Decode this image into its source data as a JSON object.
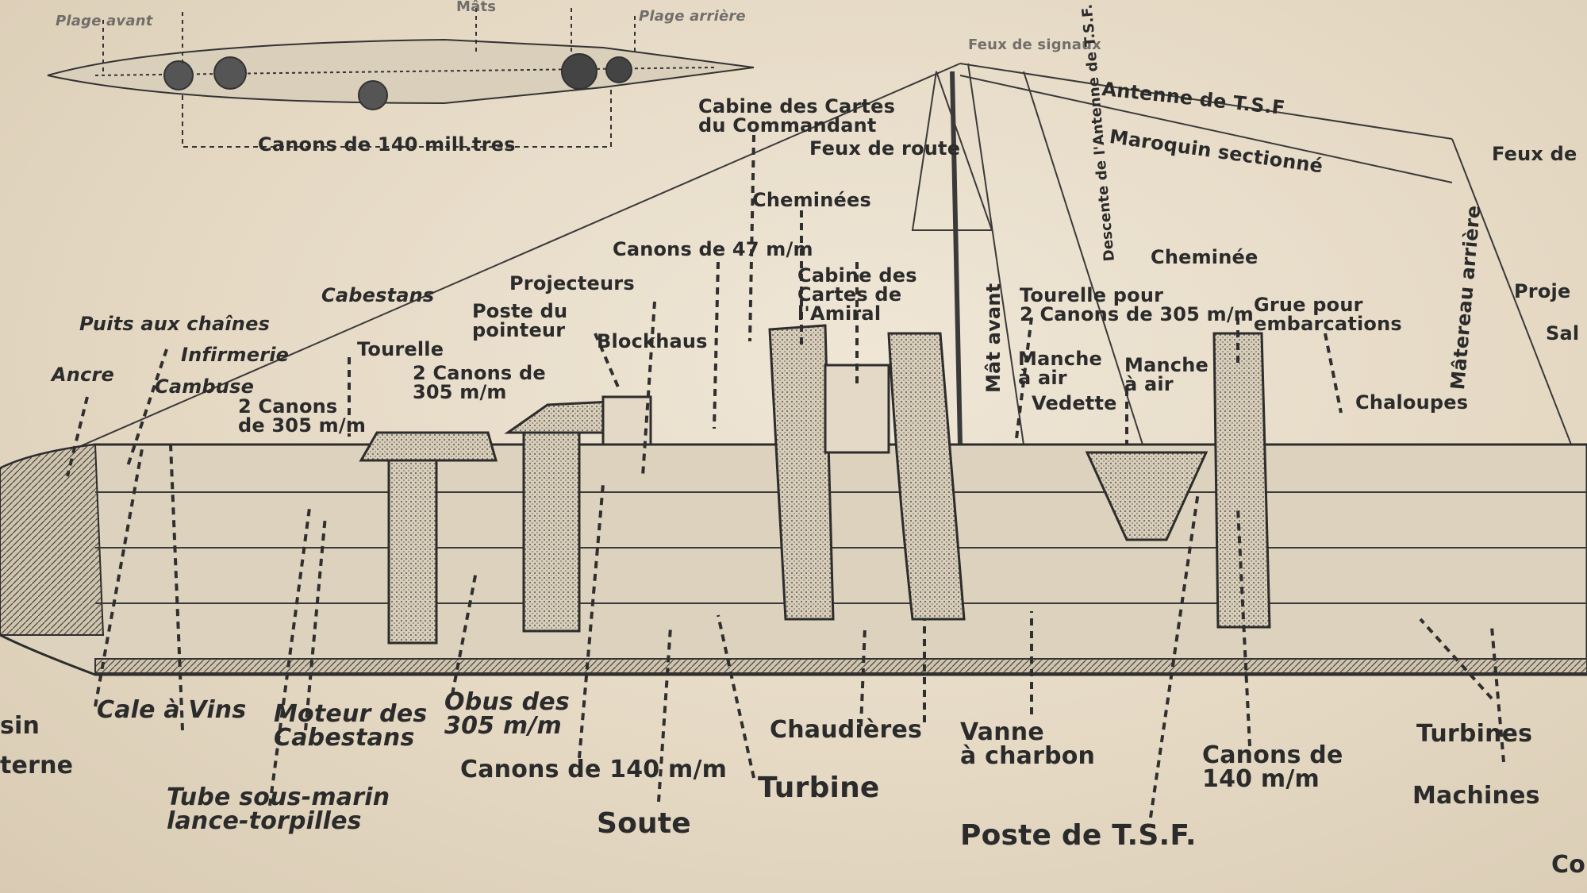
{
  "top_plan": {
    "plage_avant": "Plage avant",
    "mats": "Mâts",
    "plage_arriere": "Plage arrière",
    "canons_140": "Canons de 140 mill.tres"
  },
  "rigging": {
    "feux_signaux": "Feux de signaux",
    "antenne": "Antenne de T.S.F",
    "maroquin": "Maroquin sectionné",
    "descente_antenne": "Descente de l'Antenne de T.S.F.",
    "feux_route": "Feux de route",
    "feux_de": "Feux de",
    "mat_avant": "Mât avant",
    "mateau_arriere": "Mâtereau arrière"
  },
  "upper_labels": {
    "cabine_cartes_commandant": "Cabine des Cartes\ndu Commandant",
    "cheminees": "Cheminées",
    "canons_47": "Canons de 47 m/m",
    "projecteurs": "Projecteurs",
    "poste_pointeur": "Poste du\npointeur",
    "blockhaus": "Blockhaus",
    "cabine_cartes_amiral": "Cabine des\nCartes de\nl'Amiral",
    "cabestans": "Cabestans",
    "puits_chaines": "Puits aux chaînes",
    "infirmerie": "Infirmerie",
    "ancre": "Ancre",
    "cambuse": "Cambuse",
    "tourelle": "Tourelle",
    "deux_canons_305_a": "2 Canons de\n305 m/m",
    "deux_canons_305_b": "2 Canons\nde 305 m/m",
    "tourelle_pour": "Tourelle pour\n2 Canons de 305 m/m",
    "cheminee": "Cheminée",
    "grue": "Grue pour\nembarcations",
    "proje": "Proje",
    "sal": "Sal",
    "manche_air_1": "Manche\nà air",
    "manche_air_2": "Manche\nà air",
    "vedette": "Vedette",
    "chaloupes": "Chaloupes"
  },
  "lower_labels": {
    "bassin": "sin",
    "citerne": "terne",
    "cale_vins": "Cale à Vins",
    "moteur_cabestans": "Moteur des\nCabestans",
    "obus_305": "Obus des\n305 m/m",
    "canons_140_a": "Canons de 140 m/m",
    "tube_sous_marin": "Tube sous-marin\nlance-torpilles",
    "soute": "Soute",
    "chaudieres": "Chaudières",
    "turbine": "Turbine",
    "vanne_charbon": "Vanne\nà charbon",
    "poste_tsf": "Poste de T.S.F.",
    "canons_140_b": "Canons de\n140 m/m",
    "turbines": "Turbines",
    "machines": "Machines",
    "corner_co": "Co"
  },
  "colors": {
    "paper": "#e7dcc9",
    "ink": "#2b2b2b",
    "stipple": "#8a8478"
  }
}
